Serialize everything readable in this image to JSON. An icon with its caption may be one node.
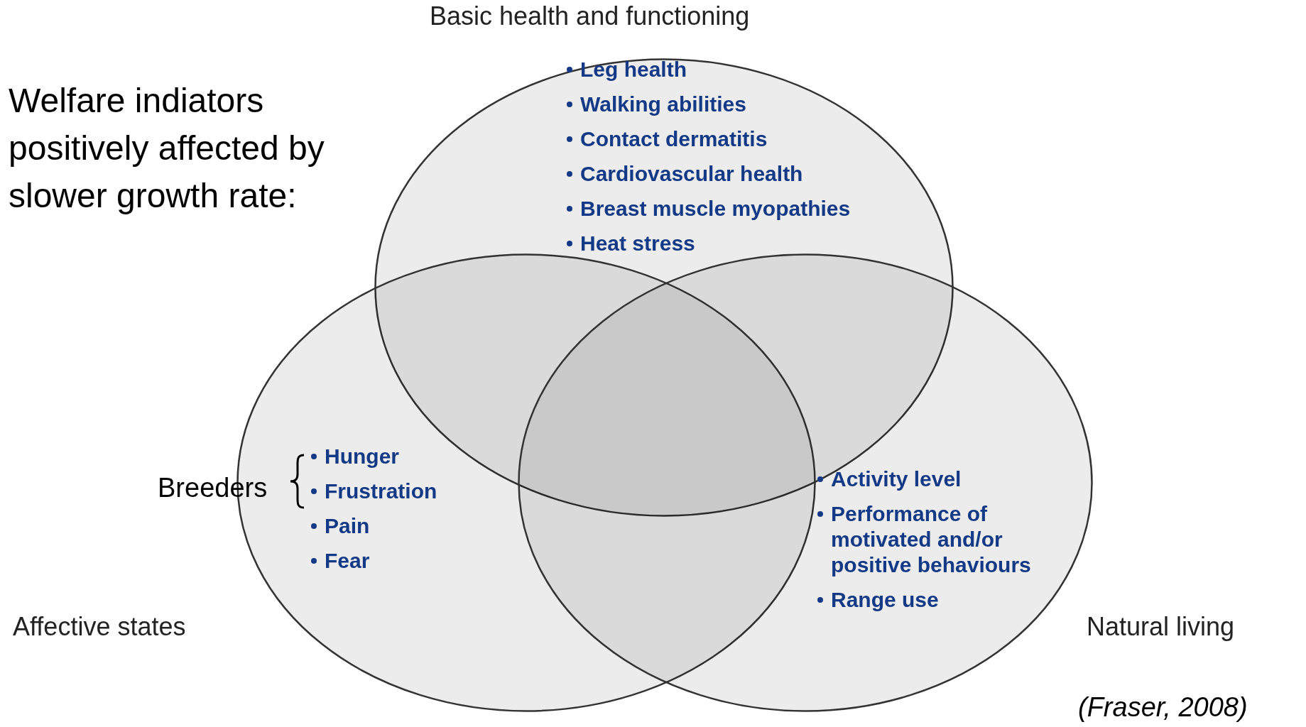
{
  "diagram": {
    "title": "Welfare indiators positively affected by slower growth rate:",
    "caption": "(Fraser, 2008)",
    "nodes": [
      {
        "text": [
          "Basic health and functioning",
          "Leg health",
          "Walking abilities",
          "Contact dermatitis",
          "Cardiovascular health",
          "Breast muscle myopathies",
          "Heat stress"
        ]
      },
      {
        "text": [
          "Affective states",
          "Hunger",
          "Frustration",
          "Pain",
          "Fear"
        ]
      },
      {
        "text": [
          "Natural living",
          "Activity level",
          "Performance of motivated and/or positive behaviours",
          "Range use"
        ]
      }
    ],
    "edges": [],
    "labels": [
      "Breeders"
    ]
  }
}
